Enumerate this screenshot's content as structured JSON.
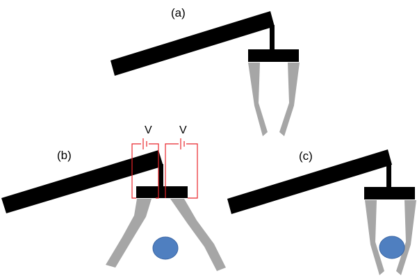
{
  "panels": {
    "a": {
      "label": "(a)"
    },
    "b": {
      "label": "(b)"
    },
    "c": {
      "label": "(c)"
    }
  },
  "circuit": {
    "left_voltage": "V",
    "right_voltage": "V"
  },
  "colors": {
    "arm": "#000000",
    "finger": "#a6a6a6",
    "object": "#4f7fc0",
    "object_stroke": "#3a65a3",
    "wire": "#e8242a"
  }
}
